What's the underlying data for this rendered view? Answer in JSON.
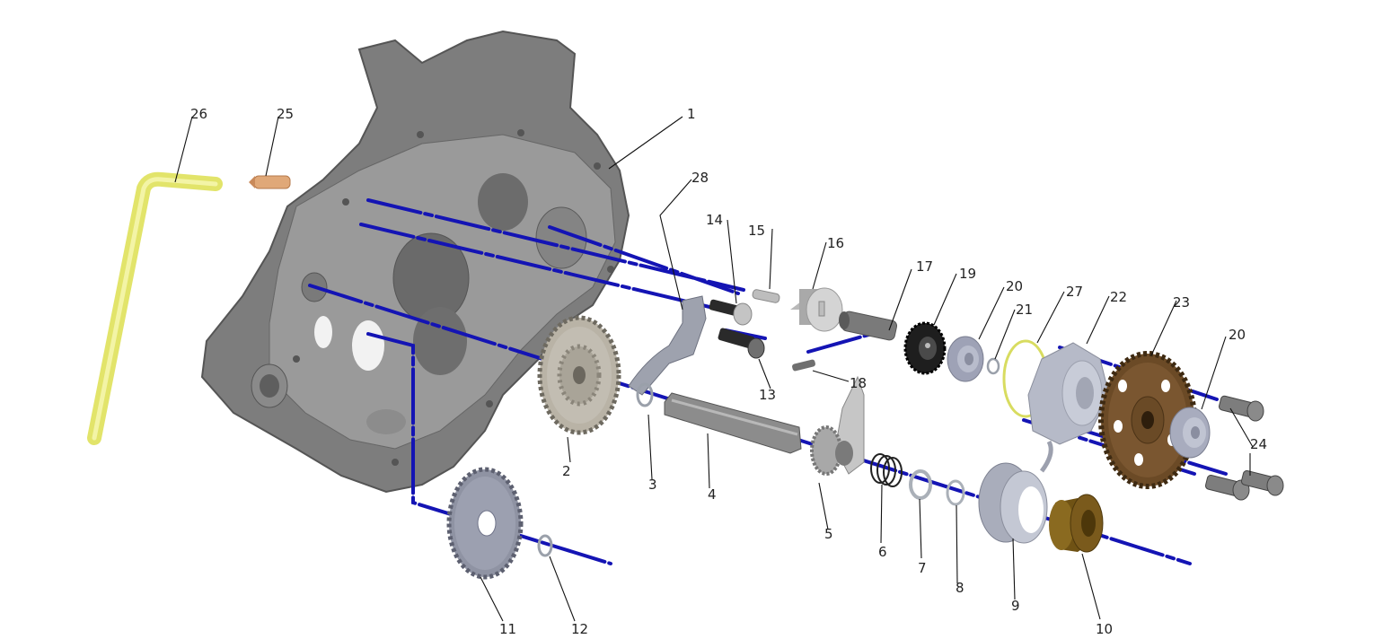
{
  "diagram": {
    "type": "exploded-parts-diagram",
    "subject": "engine crankcase with kick-start / gear assembly",
    "colors": {
      "assembly_axis": "#1414b4",
      "crankcase": "#7c7c7c",
      "gear_light": "#b9b3a6",
      "gear_blue_grey": "#8f93a3",
      "sprocket_bronze": "#6b4a26",
      "tube_yellow": "#e6e86a",
      "pin_copper": "#e0a878",
      "oring_yellow": "#d8dc60",
      "bushing_gold": "#7a5a1c",
      "bearing_grey": "#a8acbe"
    },
    "callouts": [
      {
        "id": "1",
        "label": "1"
      },
      {
        "id": "2",
        "label": "2"
      },
      {
        "id": "3",
        "label": "3"
      },
      {
        "id": "4",
        "label": "4"
      },
      {
        "id": "5",
        "label": "5"
      },
      {
        "id": "6",
        "label": "6"
      },
      {
        "id": "7",
        "label": "7"
      },
      {
        "id": "8",
        "label": "8"
      },
      {
        "id": "9",
        "label": "9"
      },
      {
        "id": "10",
        "label": "10"
      },
      {
        "id": "11",
        "label": "11"
      },
      {
        "id": "12",
        "label": "12"
      },
      {
        "id": "13",
        "label": "13"
      },
      {
        "id": "14",
        "label": "14"
      },
      {
        "id": "15",
        "label": "15"
      },
      {
        "id": "16",
        "label": "16"
      },
      {
        "id": "17",
        "label": "17"
      },
      {
        "id": "18",
        "label": "18"
      },
      {
        "id": "19",
        "label": "19"
      },
      {
        "id": "20a",
        "label": "20"
      },
      {
        "id": "20b",
        "label": "20"
      },
      {
        "id": "21",
        "label": "21"
      },
      {
        "id": "22",
        "label": "22"
      },
      {
        "id": "23",
        "label": "23"
      },
      {
        "id": "24",
        "label": "24"
      },
      {
        "id": "25",
        "label": "25"
      },
      {
        "id": "26",
        "label": "26"
      },
      {
        "id": "27",
        "label": "27"
      },
      {
        "id": "28",
        "label": "28"
      }
    ]
  }
}
